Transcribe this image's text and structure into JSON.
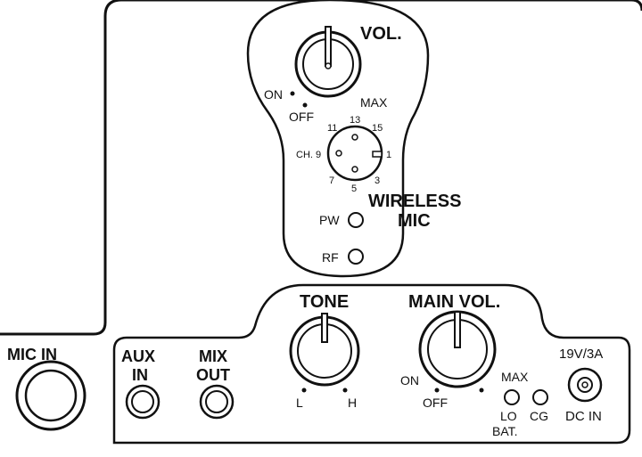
{
  "wireless": {
    "vol_label": "VOL.",
    "on_label": "ON",
    "off_label": "OFF",
    "max_label": "MAX",
    "ch_label": "CH. 9",
    "ch_marks": [
      "11",
      "13",
      "15",
      "1",
      "3",
      "5",
      "7"
    ],
    "title_line1": "WIRELESS",
    "title_line2": "MIC",
    "pw_label": "PW",
    "rf_label": "RF"
  },
  "mic_in": {
    "label": "MIC IN"
  },
  "bottom": {
    "tone_label": "TONE",
    "tone_low": "L",
    "tone_high": "H",
    "main_vol_label": "MAIN VOL.",
    "main_on": "ON",
    "main_off": "OFF",
    "main_max": "MAX",
    "aux_line1": "AUX",
    "aux_line2": "IN",
    "mix_line1": "MIX",
    "mix_line2": "OUT",
    "lo_line1": "LO",
    "lo_line2": "BAT.",
    "cg_label": "CG",
    "power_rating": "19V/3A",
    "dc_in_label": "DC IN"
  }
}
